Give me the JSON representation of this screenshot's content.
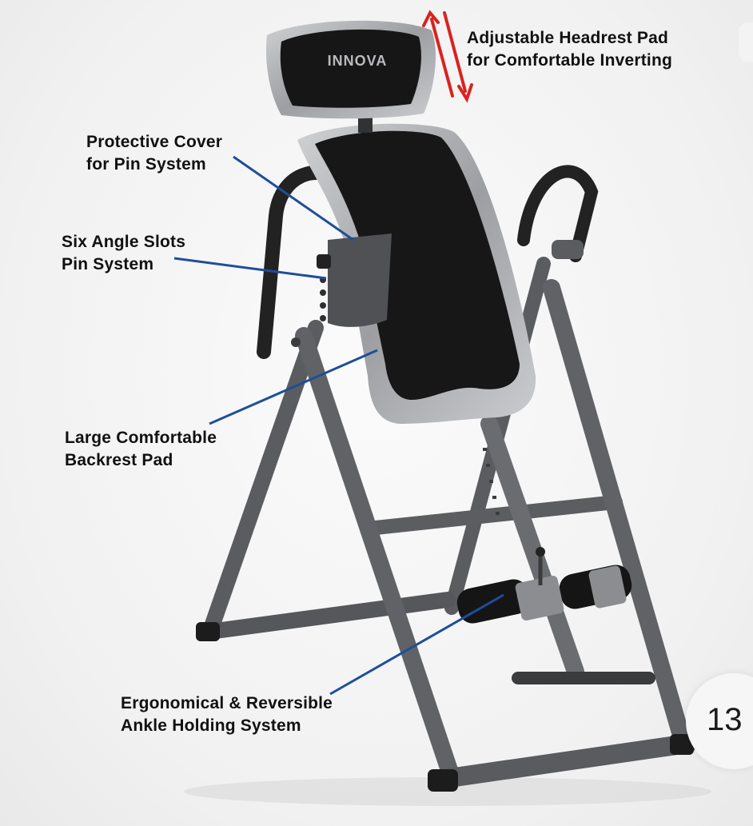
{
  "brand_logo": "INNOVA",
  "callouts": {
    "headrest": [
      "Adjustable Headrest Pad",
      "for Comfortable Inverting"
    ],
    "protective_cover": [
      "Protective Cover",
      "for Pin System"
    ],
    "angle_slots": [
      "Six Angle Slots",
      "Pin System"
    ],
    "backrest": [
      "Large Comfortable",
      "Backrest Pad"
    ],
    "ankle": [
      "Ergonomical & Reversible",
      "Ankle Holding System"
    ]
  },
  "image_counter": "13",
  "colors": {
    "leader_line": "#1f4e9a",
    "arrow": "#d8231f",
    "frame": "#5d5f62",
    "pad": "#1a1a1a",
    "pad_trim": "#a9abad"
  }
}
